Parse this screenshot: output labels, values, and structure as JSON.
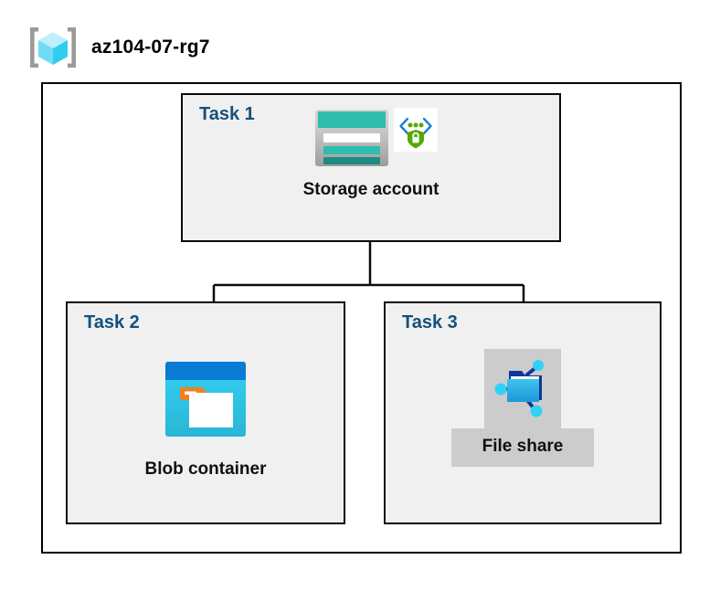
{
  "diagram": {
    "type": "azure-architecture",
    "resource_group": {
      "icon": "resource-group-cube-icon",
      "name": "az104-07-rg7"
    },
    "tasks": [
      {
        "id": "task-1",
        "label": "Task 1",
        "node": {
          "caption": "Storage account",
          "icon": "storage-account-icon",
          "secondary_icon": "secure-endpoint-shield-icon",
          "highlighted": false
        }
      },
      {
        "id": "task-2",
        "label": "Task 2",
        "node": {
          "caption": "Blob container",
          "icon": "blob-container-icon",
          "secondary_icon": null,
          "highlighted": false
        }
      },
      {
        "id": "task-3",
        "label": "Task 3",
        "node": {
          "caption": "File share",
          "icon": "file-share-icon",
          "secondary_icon": null,
          "highlighted": true
        }
      }
    ],
    "connections": [
      {
        "from": "Storage account",
        "to": "Blob container"
      },
      {
        "from": "Storage account",
        "to": "File share"
      }
    ],
    "colors": {
      "task_label": "#14507d",
      "task_fill": "#f0f0f0",
      "border": "#0a0a0a",
      "highlight": "#cccccc",
      "storage_teal": "#2fbdaf",
      "storage_teal_dark": "#1d8b80",
      "blob_blue": "#0a7bd4",
      "blob_cyan": "#32d0f0",
      "blob_orange": "#f08020",
      "fileshare_cyan": "#30b8e8",
      "fileshare_navy": "#11359b",
      "shield_green": "#57a700",
      "cube_cyan": "#8fe4f7",
      "bracket_gray": "#9a9a9a"
    }
  }
}
